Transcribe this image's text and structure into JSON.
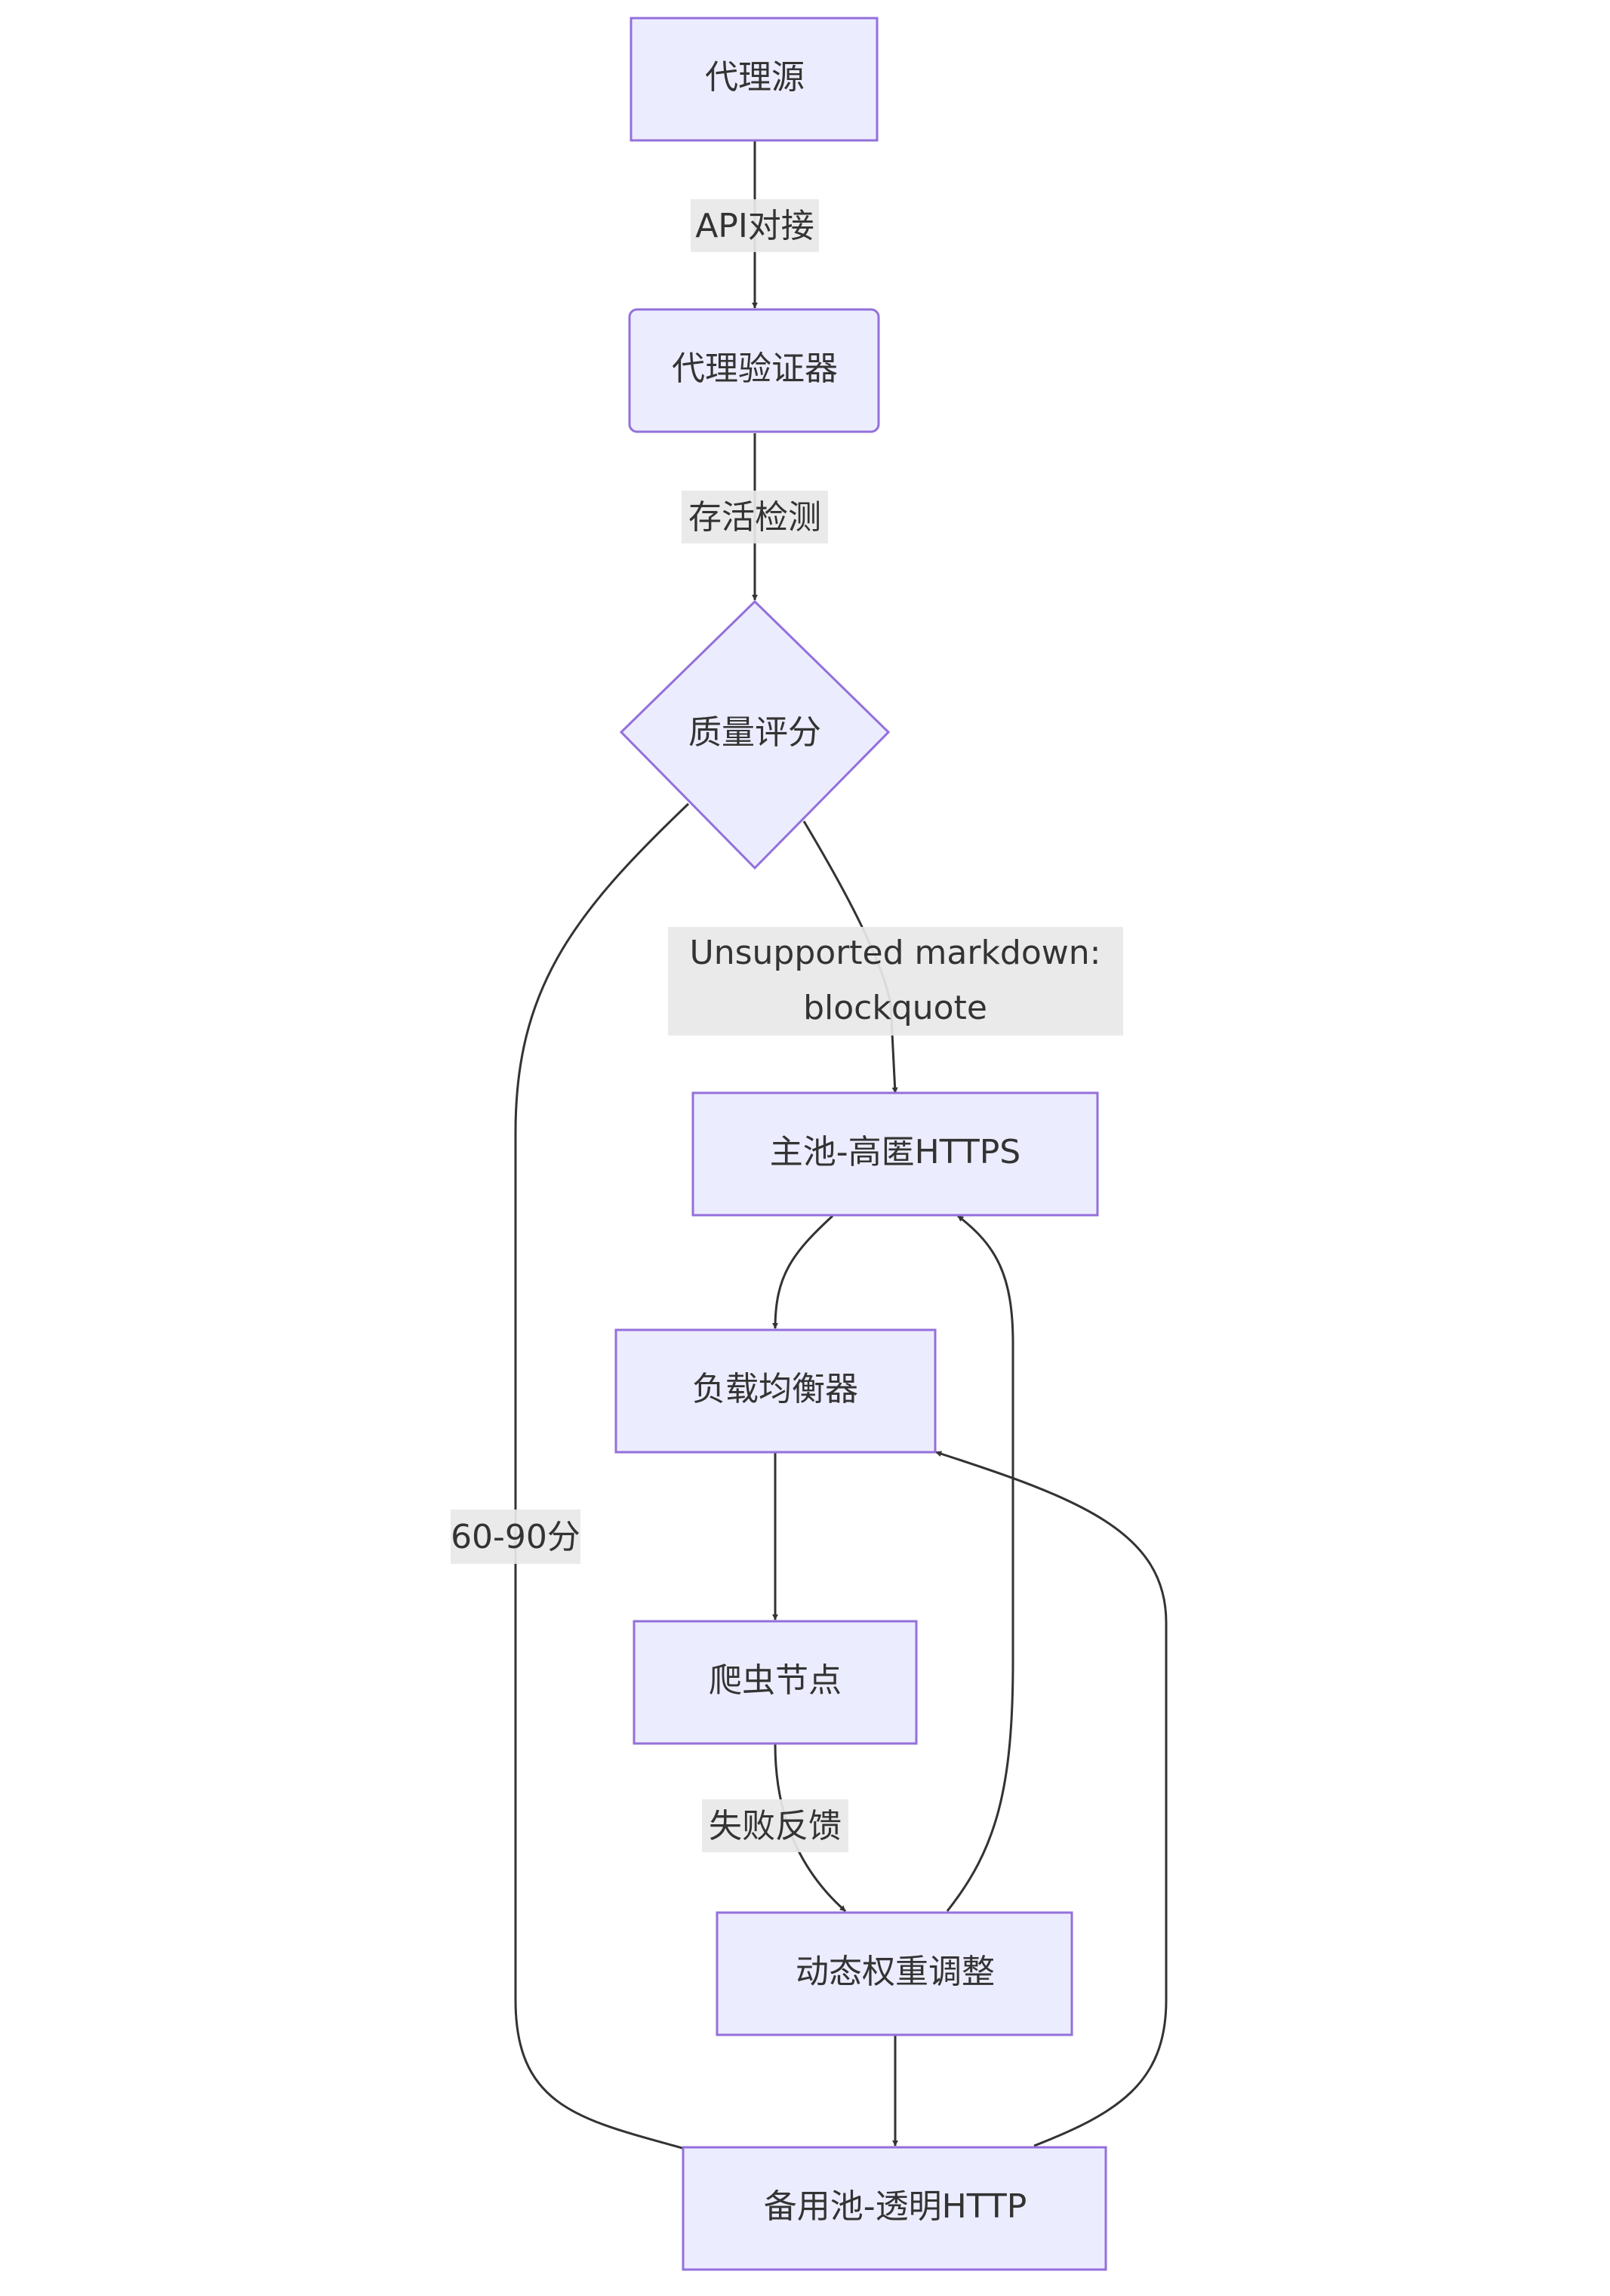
{
  "colors": {
    "node_fill": "#ececff",
    "node_stroke": "#9370db",
    "edge": "#333333",
    "text": "#333333",
    "label_bg": "#e8e8e8"
  },
  "nodes": {
    "proxy_source": "代理源",
    "proxy_validator": "代理验证器",
    "quality_score": "质量评分",
    "main_pool": "主池-高匿HTTPS",
    "load_balancer": "负载均衡器",
    "crawler_node": "爬虫节点",
    "dynamic_weight": "动态权重调整",
    "backup_pool": "备用池-透明HTTP"
  },
  "edge_labels": {
    "api_connect": "API对接",
    "liveness_check": "存活检测",
    "unsupported_line1": "Unsupported markdown:",
    "unsupported_line2": "blockquote",
    "score_range": "60-90分",
    "failure_feedback": "失败反馈"
  }
}
